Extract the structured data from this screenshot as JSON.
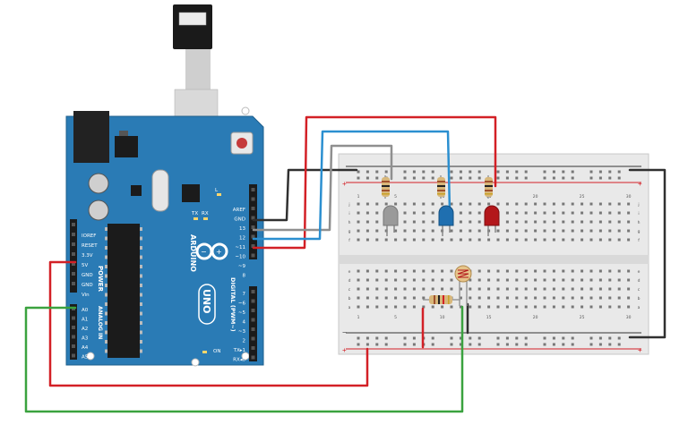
{
  "arduino": {
    "header_labels": [
      "AREF",
      "GND",
      "13",
      "12",
      "~11",
      "~10",
      "~9",
      "8"
    ],
    "digital_labels": [
      "7",
      "~6",
      "~5",
      "4",
      "~3",
      "2",
      "TX▸1",
      "RX◂0"
    ],
    "power_labels": [
      "IOREF",
      "RESET",
      "3.3V",
      "5V",
      "GND",
      "GND",
      "Vin"
    ],
    "analog_labels": [
      "A0",
      "A1",
      "A2",
      "A3",
      "A4",
      "A5"
    ],
    "led_labels": [
      "TX",
      "RX",
      "L",
      "ON"
    ],
    "section_power": "POWER",
    "section_analog": "ANALOG IN",
    "section_digital": "DIGITAL (PWM~)",
    "brand": "ARDUINO",
    "model": "UNO"
  },
  "breadboard": {
    "column_numbers": [
      "1",
      "5",
      "10",
      "15",
      "20",
      "25",
      "30"
    ],
    "row_letters_top": [
      "j",
      "i",
      "h",
      "g",
      "f"
    ],
    "row_letters_bottom": [
      "e",
      "d",
      "c",
      "b",
      "a"
    ],
    "rail_plus": "+",
    "rail_minus": "−"
  },
  "components": {
    "leds": [
      {
        "name": "gray-led",
        "color": "#9a9a9a"
      },
      {
        "name": "blue-led",
        "color": "#1f6fb0"
      },
      {
        "name": "red-led",
        "color": "#b3171b"
      }
    ],
    "wire_colors": {
      "red": "#d32026",
      "green": "#3aa23f",
      "black": "#303030",
      "gray": "#8f8f8f",
      "blue": "#2b8fd0"
    }
  }
}
